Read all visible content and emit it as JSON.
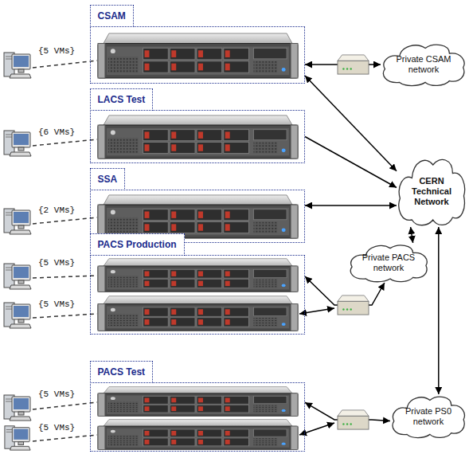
{
  "diagram": {
    "nodes": [
      {
        "text": [
          "CSAM"
        ]
      },
      {
        "text": [
          "Private CSAM network"
        ]
      },
      {
        "text": [
          "LACS Test"
        ]
      },
      {
        "text": [
          "SSA"
        ]
      },
      {
        "text": [
          "CERN Technical Network"
        ]
      },
      {
        "text": [
          "PACS Production"
        ]
      },
      {
        "text": [
          "Private PACS network"
        ]
      },
      {
        "text": [
          "PACS Test"
        ]
      },
      {
        "text": [
          "Private PS0 network"
        ]
      }
    ],
    "edges": [
      {
        "from": 0,
        "to": 1,
        "arrow": "both"
      },
      {
        "from": 0,
        "to": 4,
        "arrow": "both"
      },
      {
        "from": 2,
        "to": 4,
        "arrow": "to"
      },
      {
        "from": 3,
        "to": 4,
        "arrow": "both"
      },
      {
        "from": 5,
        "to": 6,
        "arrow": "both"
      },
      {
        "from": 6,
        "to": 4,
        "arrow": "both"
      },
      {
        "from": 7,
        "to": 8,
        "arrow": "both"
      },
      {
        "from": 8,
        "to": 4,
        "arrow": "both"
      }
    ],
    "labels": [
      "{5 VMs}",
      "{6 VMs}",
      "{2 VMs}",
      "{5 VMs}",
      "{5 VMs}",
      "{5 VMs}",
      "{5 VMs}"
    ]
  }
}
